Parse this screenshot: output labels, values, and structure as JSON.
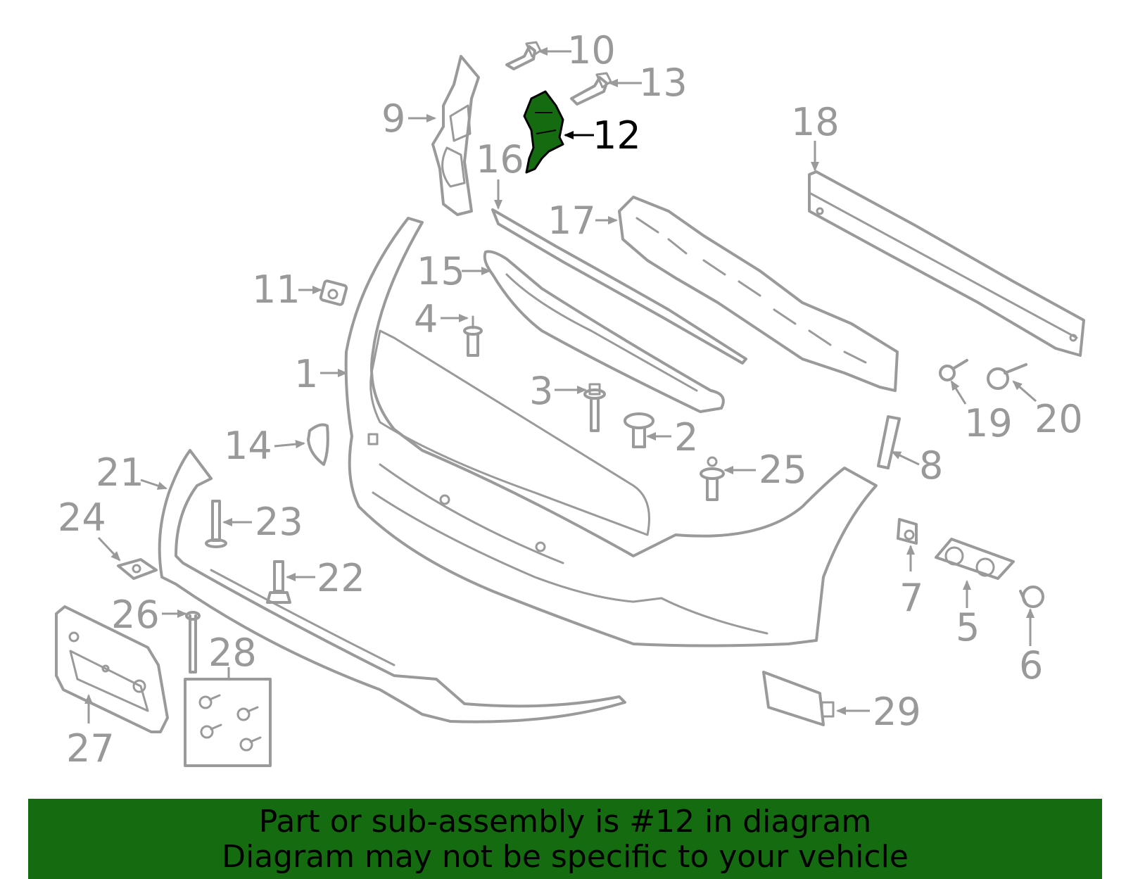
{
  "diagram": {
    "highlighted_part": "12",
    "highlight_color": "#156b0f",
    "part_color": "#9a9a9a",
    "callouts": [
      "10",
      "13",
      "12",
      "9",
      "16",
      "18",
      "17",
      "15",
      "11",
      "4",
      "1",
      "3",
      "2",
      "14",
      "25",
      "8",
      "19",
      "20",
      "21",
      "24",
      "23",
      "22",
      "26",
      "28",
      "27",
      "7",
      "5",
      "6",
      "29"
    ]
  },
  "banner": {
    "line1": "Part or sub-assembly is #12 in diagram",
    "line2": "Diagram may not be specific to your vehicle",
    "background": "#156b0f"
  }
}
